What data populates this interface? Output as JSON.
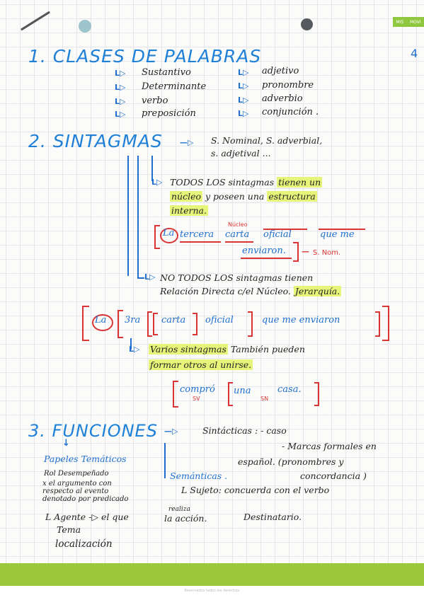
{
  "header": {
    "brand_left": "MIS",
    "brand_right": "MOVI",
    "edge_mark": "4"
  },
  "section1": {
    "title": "1. CLASES DE PALABRAS",
    "arrow": "L▷",
    "items_left": [
      "Sustantivo",
      "Determinante",
      "verbo",
      "preposición"
    ],
    "items_right": [
      "adjetivo",
      "pronombre",
      "adverbio",
      "conjunción ."
    ]
  },
  "section2": {
    "title": "2. SINTAGMAS",
    "arrow": "—▷",
    "types_line1": "S. Nominal, S. adverbial,",
    "types_line2": "s. adjetival ...",
    "point1": {
      "arrow": "L▷",
      "text1": "TODOS LOS sintagmas",
      "hl1": "tienen un",
      "hl2": "núcleo",
      "text2": "y poseen una",
      "hl3": "estructura",
      "hl4": "interna."
    },
    "example1": {
      "la": "La",
      "w1": "tercera",
      "w2": "carta",
      "w3": "oficial",
      "w4": "que me",
      "w5": "enviaron.",
      "nucleo": "Núcleo",
      "tag": "S. Nom."
    },
    "point2": {
      "arrow": "L▷",
      "line1": "NO TODOS LOS sintagmas tienen",
      "line2": "Relación Directa c/el Núcleo.",
      "hl": "Jerarquía."
    },
    "example2": {
      "la": "La",
      "w1": "3ra",
      "w2": "carta",
      "w3": "oficial",
      "w4": "que me enviaron"
    },
    "point3": {
      "arrow": "L▷",
      "hl1": "Varios sintagmas",
      "text1": "También pueden",
      "hl2": "formar otros al unirse."
    },
    "example3": {
      "w1": "compró",
      "w2": "una",
      "w3": "casa.",
      "sv": "SV",
      "sn": "SN"
    }
  },
  "section3": {
    "title": "3. FUNCIONES",
    "arrow": "—▷",
    "sintacticas": "Sintácticas : - caso",
    "marcas": "- Marcas formales en",
    "espanol": "español. (pronombres y",
    "concordancia": "concordancia )",
    "semanticas": "Semánticas .",
    "sujeto": "L Sujeto: concuerda con el verbo",
    "papeles": "Papeles Temáticos",
    "rol": "Rol Desempeñado",
    "argumento": "x el argumento con",
    "respecto": "respecto al evento",
    "denotado": "denotado por predicado",
    "agente": "L Agente -▷ el que",
    "realiza": "realiza",
    "accion": "la acción.",
    "destinatario": "Destinatario.",
    "tema": "Tema",
    "localizacion": "localización"
  },
  "footer": {
    "text": "Reservados todos los derechos."
  }
}
